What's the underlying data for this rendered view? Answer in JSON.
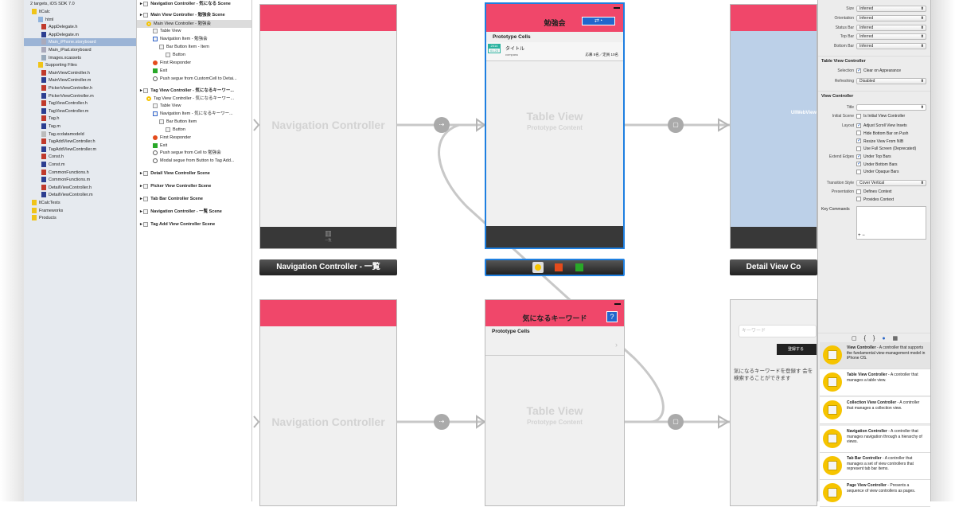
{
  "navigator": {
    "project_targets": "2 targets, iOS SDK 7.0",
    "items": [
      {
        "label": "ltCalc",
        "type": "folder"
      },
      {
        "label": "html",
        "type": "folder-blue"
      },
      {
        "label": "AppDelegate.h",
        "type": "h"
      },
      {
        "label": "AppDelegate.m",
        "type": "m"
      },
      {
        "label": "Main_iPhone.storyboard",
        "type": "storyboard",
        "selected": true
      },
      {
        "label": "Main_iPad.storyboard",
        "type": "storyboard"
      },
      {
        "label": "Images.xcassets",
        "type": "assets"
      },
      {
        "label": "Supporting Files",
        "type": "folder"
      },
      {
        "label": "MainViewController.h",
        "type": "h"
      },
      {
        "label": "MainViewController.m",
        "type": "m"
      },
      {
        "label": "PickerViewController.h",
        "type": "h"
      },
      {
        "label": "PickerViewController.m",
        "type": "m"
      },
      {
        "label": "TagViewController.h",
        "type": "h"
      },
      {
        "label": "TagViewController.m",
        "type": "m"
      },
      {
        "label": "Tag.h",
        "type": "h"
      },
      {
        "label": "Tag.m",
        "type": "m"
      },
      {
        "label": "Tag.xcdatamodeld",
        "type": "model"
      },
      {
        "label": "TagAddViewController.h",
        "type": "h"
      },
      {
        "label": "TagAddViewController.m",
        "type": "m"
      },
      {
        "label": "Const.h",
        "type": "h"
      },
      {
        "label": "Const.m",
        "type": "m"
      },
      {
        "label": "CommonFunctions.h",
        "type": "h"
      },
      {
        "label": "CommonFunctions.m",
        "type": "m"
      },
      {
        "label": "DetailViewController.h",
        "type": "h"
      },
      {
        "label": "DetailViewController.m",
        "type": "m"
      },
      {
        "label": "ltCalcTests",
        "type": "folder"
      },
      {
        "label": "Frameworks",
        "type": "folder"
      },
      {
        "label": "Products",
        "type": "folder"
      }
    ]
  },
  "outline": {
    "items": [
      {
        "label": "Navigation Controller - 気になる Scene",
        "bold": true
      },
      {
        "label": "Main View Controller - 勉強会 Scene",
        "bold": true
      },
      {
        "label": "Main View Controller - 勉強会",
        "icon": "yellow",
        "selected": true
      },
      {
        "label": "Table View",
        "icon": "box"
      },
      {
        "label": "Navigation Item - 勉強会",
        "icon": "nav"
      },
      {
        "label": "Bar Button Item - Item",
        "icon": "box"
      },
      {
        "label": "Button",
        "icon": "box"
      },
      {
        "label": "First Responder",
        "icon": "red"
      },
      {
        "label": "Exit",
        "icon": "green"
      },
      {
        "label": "Push segue from CustomCell to Detai...",
        "icon": "ring"
      },
      {
        "label": "Tag View Controller - 気になるキーワー...",
        "bold": true
      },
      {
        "label": "Tag View Controller - 気になるキーワー...",
        "icon": "yellow"
      },
      {
        "label": "Table View",
        "icon": "box"
      },
      {
        "label": "Navigation Item - 気になるキーワー...",
        "icon": "nav"
      },
      {
        "label": "Bar Button Item",
        "icon": "box"
      },
      {
        "label": "Button",
        "icon": "box"
      },
      {
        "label": "First Responder",
        "icon": "red"
      },
      {
        "label": "Exit",
        "icon": "green"
      },
      {
        "label": "Push segue from Cell to 勉強会",
        "icon": "ring"
      },
      {
        "label": "Modal segue from Button to Tag Add...",
        "icon": "ring"
      },
      {
        "label": "Detail View Controller Scene",
        "bold": true
      },
      {
        "label": "Picker View Controller Scene",
        "bold": true
      },
      {
        "label": "Tab Bar Controller Scene",
        "bold": true
      },
      {
        "label": "Navigation Controller - 一覧 Scene",
        "bold": true
      },
      {
        "label": "Tag Add View Controller Scene",
        "bold": true
      }
    ]
  },
  "canvas": {
    "nav_top": {
      "placeholder": "Navigation Controller",
      "label": "Navigation Controller - 一覧",
      "tab_item": "一覧"
    },
    "main_vc": {
      "title": "勉強会",
      "section": "Prototype Cells",
      "cell_title": "タイトル",
      "cell_subtitle": "compass",
      "cell_badge_top": "2014",
      "cell_badge_bottom": "01.23",
      "cell_detail": "応募 5名／定員 10名",
      "placeholder": "Table View",
      "placeholder_sub": "Prototype Content"
    },
    "detail": {
      "label": "Detail View Co",
      "webview": "UIWebView"
    },
    "nav_bottom": {
      "placeholder": "Navigation Controller"
    },
    "tag_vc": {
      "title": "気になるキーワード",
      "section": "Prototype Cells",
      "placeholder": "Table View",
      "placeholder_sub": "Prototype Content"
    },
    "tag_add": {
      "placeholder": "キーワード",
      "button": "登録する",
      "message": "気になるキーワードを登録す 会を検索することができます"
    }
  },
  "inspector": {
    "simulated": [
      {
        "key": "Size",
        "value": "Inferred"
      },
      {
        "key": "Orientation",
        "value": "Inferred"
      },
      {
        "key": "Status Bar",
        "value": "Inferred"
      },
      {
        "key": "Top Bar",
        "value": "Inferred"
      },
      {
        "key": "Bottom Bar",
        "value": "Inferred"
      }
    ],
    "tvc_header": "Table View Controller",
    "selection_key": "Selection",
    "selection_value": "Clear on Appearance",
    "refreshing_key": "Refreshing",
    "refreshing_value": "Disabled",
    "vc_header": "View Controller",
    "title_key": "Title",
    "title_value": "",
    "initial_key": "Initial Scene",
    "initial_value": "Is Initial View Controller",
    "layout_key": "Layout",
    "layout": [
      {
        "label": "Adjust Scroll View Insets",
        "checked": true
      },
      {
        "label": "Hide Bottom Bar on Push",
        "checked": false
      },
      {
        "label": "Resize View From NIB",
        "checked": true
      },
      {
        "label": "Use Full Screen (Deprecated)",
        "checked": false
      }
    ],
    "extend_key": "Extend Edges",
    "extend": [
      {
        "label": "Under Top Bars",
        "checked": true
      },
      {
        "label": "Under Bottom Bars",
        "checked": true
      },
      {
        "label": "Under Opaque Bars",
        "checked": false
      }
    ],
    "transition_key": "Transition Style",
    "transition_value": "Cover Vertical",
    "presentation_key": "Presentation",
    "presentation": [
      {
        "label": "Defines Context",
        "checked": false
      },
      {
        "label": "Provides Context",
        "checked": false
      }
    ],
    "key_commands": "Key Commands",
    "add": "+",
    "remove": "−"
  },
  "library": [
    {
      "name": "View Controller",
      "desc": " - A controller that supports the fundamental view-management model in iPhone OS."
    },
    {
      "name": "Table View Controller",
      "desc": " - A controller that manages a table view."
    },
    {
      "name": "Collection View Controller",
      "desc": " - A controller that manages a collection view."
    },
    {
      "name": "Navigation Controller",
      "desc": " - A controller that manages navigation through a hierarchy of views."
    },
    {
      "name": "Tab Bar Controller",
      "desc": " - A controller that manages a set of view controllers that represent tab bar items."
    },
    {
      "name": "Page View Controller",
      "desc": " - Presents a sequence of view controllers as pages."
    }
  ],
  "colors": {
    "nav_bar": "#f0476a",
    "selection": "#1e7fe0",
    "library_icon": "#f6c400"
  }
}
